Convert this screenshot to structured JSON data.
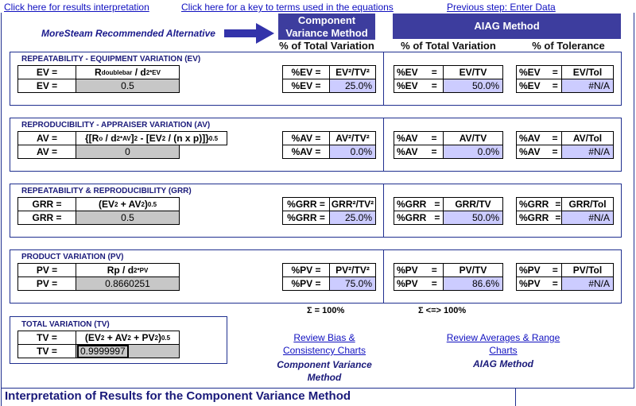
{
  "top_links": {
    "interpretation": "Click here for results interpretation",
    "key": "Click here for a key to terms used in the equations",
    "previous": "Previous step: Enter Data"
  },
  "recommended": "MoreSteam Recommended Alternative",
  "component_header": {
    "line1": "Component",
    "line2": "Variance Method"
  },
  "aiag_header": "AIAG Method",
  "col_headers": {
    "cv_total": "% of Total Variation",
    "aiag_total": "% of Total Variation",
    "aiag_tol": "% of Tolerance"
  },
  "sections": [
    {
      "title": "REPEATABILITY - EQUIPMENT VARIATION (EV)",
      "label": "EV =",
      "value": "0.5",
      "cv": {
        "label": "%EV =",
        "formula": "EV²/TV²",
        "value": "25.0%"
      },
      "aiag_tv": {
        "label": "%EV",
        "eq": "=",
        "formula": "EV/TV",
        "value": "50.0%"
      },
      "aiag_tol": {
        "label": "%EV",
        "eq": "=",
        "formula": "EV/Tol",
        "value": "#N/A"
      }
    },
    {
      "title": "REPRODUCIBILITY - APPRAISER VARIATION (AV)",
      "label": "AV =",
      "value": "0",
      "cv": {
        "label": "%AV =",
        "formula": "AV²/TV²",
        "value": "0.0%"
      },
      "aiag_tv": {
        "label": "%AV",
        "eq": "=",
        "formula": "AV/TV",
        "value": "0.0%"
      },
      "aiag_tol": {
        "label": "%AV",
        "eq": "=",
        "formula": "AV/Tol",
        "value": "#N/A"
      }
    },
    {
      "title": "REPEATABILITY & REPRODUCIBILITY (GRR)",
      "label": "GRR =",
      "value": "0.5",
      "cv": {
        "label": "%GRR =",
        "formula": "GRR²/TV²",
        "value": "25.0%"
      },
      "aiag_tv": {
        "label": "%GRR",
        "eq": "=",
        "formula": "GRR/TV",
        "value": "50.0%"
      },
      "aiag_tol": {
        "label": "%GRR",
        "eq": "=",
        "formula": "GRR/Tol",
        "value": "#N/A"
      }
    },
    {
      "title": "PRODUCT VARIATION (PV)",
      "label": "PV =",
      "value": "0.8660251",
      "cv": {
        "label": "%PV =",
        "formula": "PV²/TV²",
        "value": "75.0%"
      },
      "aiag_tv": {
        "label": "%PV",
        "eq": "=",
        "formula": "PV/TV",
        "value": "86.6%"
      },
      "aiag_tol": {
        "label": "%PV",
        "eq": "=",
        "formula": "PV/Tol",
        "value": "#N/A"
      }
    }
  ],
  "sums": {
    "cv": "Σ = 100%",
    "aiag": "Σ <=> 100%"
  },
  "total": {
    "title": "TOTAL VARIATION (TV)",
    "label": "TV =",
    "value": "0.9999997"
  },
  "review_links": {
    "bias": {
      "line1": "Review Bias &",
      "line2": "Consistency Charts"
    },
    "averages": {
      "line1": "Review Averages & Range",
      "line2": "Charts"
    }
  },
  "method_labels": {
    "component": {
      "line1": "Component Variance",
      "line2": "Method"
    },
    "aiag": "AIAG Method"
  },
  "bottom_title": "Interpretation of Results for the Component Variance Method",
  "colors": {
    "header_bg": "#3d3d9e",
    "section_border": "#1f2f8f",
    "value_grey": "#c7c7c7",
    "value_lavender": "#ccccff",
    "link": "#1010c0"
  }
}
